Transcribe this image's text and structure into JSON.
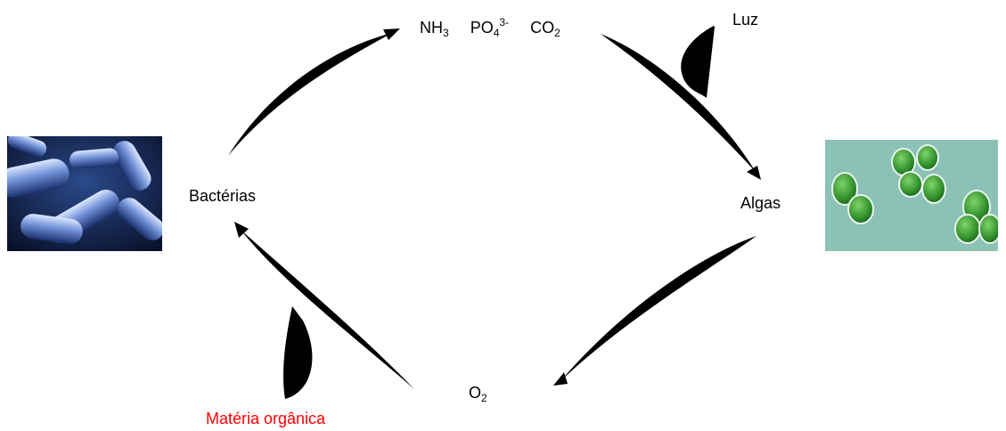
{
  "nutrients": {
    "nh": "NH",
    "nh_sub": "3",
    "po": "PO",
    "po_sub": "4",
    "po_sup": "3-",
    "co": "CO",
    "co_sub": "2"
  },
  "light": "Luz",
  "algae": "Algas",
  "bacteria": "Bactérias",
  "oxygen": {
    "o": "O",
    "o_sub": "2"
  },
  "organic_matter": {
    "text": "Matéria orgânica",
    "color": "#ff0000"
  },
  "colors": {
    "arrow": "#000000",
    "bacteria_bg": "#0b1a3a",
    "algae_bg": "#7fb7a9"
  }
}
